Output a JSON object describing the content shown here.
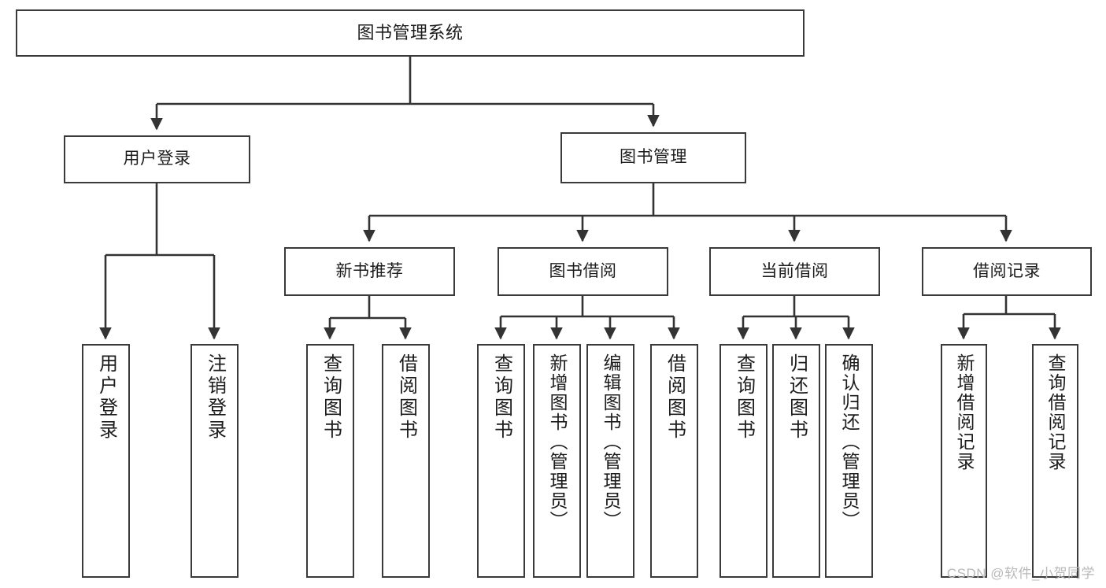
{
  "diagram": {
    "title": "图书管理系统",
    "type": "hierarchy-tree",
    "watermark": "CSDN @软件_小贺同学",
    "colors": {
      "box_border": "#3a3a3a",
      "box_fill": "#ffffff",
      "edge": "#333333",
      "text": "#1c1c1c",
      "watermark": "#b9b9b9"
    },
    "nodes": {
      "root": {
        "label": "图书管理系统"
      },
      "level1": [
        {
          "label": "用户登录"
        },
        {
          "label": "图书管理"
        }
      ],
      "level2": [
        {
          "label": "新书推荐"
        },
        {
          "label": "图书借阅"
        },
        {
          "label": "当前借阅"
        },
        {
          "label": "借阅记录"
        }
      ],
      "leaves": {
        "user_login": [
          {
            "label": "用户登录"
          },
          {
            "label": "注销登录"
          }
        ],
        "new_book_recommend": [
          {
            "label": "查询图书"
          },
          {
            "label": "借阅图书"
          }
        ],
        "book_borrow": [
          {
            "label": "查询图书"
          },
          {
            "label": "新增图书（管理员）"
          },
          {
            "label": "编辑图书（管理员）"
          },
          {
            "label": "借阅图书"
          }
        ],
        "current_borrow": [
          {
            "label": "查询图书"
          },
          {
            "label": "归还图书"
          },
          {
            "label": "确认归还（管理员）"
          }
        ],
        "borrow_record": [
          {
            "label": "新增借阅记录"
          },
          {
            "label": "查询借阅记录"
          }
        ]
      }
    }
  }
}
